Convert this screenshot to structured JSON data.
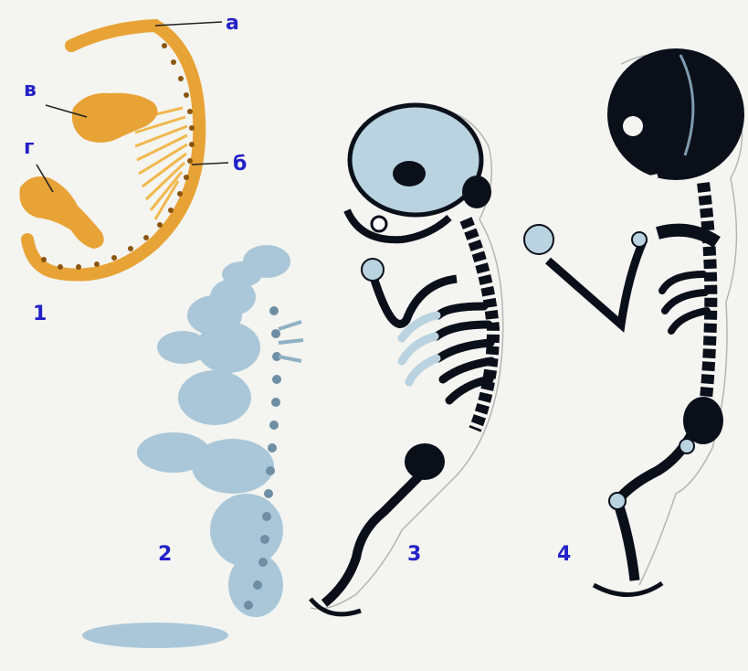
{
  "figure": {
    "panels": [
      {
        "id": "1",
        "label": "1"
      },
      {
        "id": "2",
        "label": "2"
      },
      {
        "id": "3",
        "label": "3"
      },
      {
        "id": "4",
        "label": "4"
      }
    ],
    "callouts": [
      {
        "id": "a",
        "text": "а"
      },
      {
        "id": "b",
        "text": "б"
      },
      {
        "id": "v",
        "text": "в"
      },
      {
        "id": "g",
        "text": "г"
      }
    ],
    "colors": {
      "background": "#f4f4f0",
      "label_text": "#2222c8",
      "embryo_1": "#e8a336",
      "embryo_2": "#a9c7d8",
      "fetus_skeleton": "#0b0f1a",
      "fetus_cartilage": "#b9d3e0"
    }
  }
}
